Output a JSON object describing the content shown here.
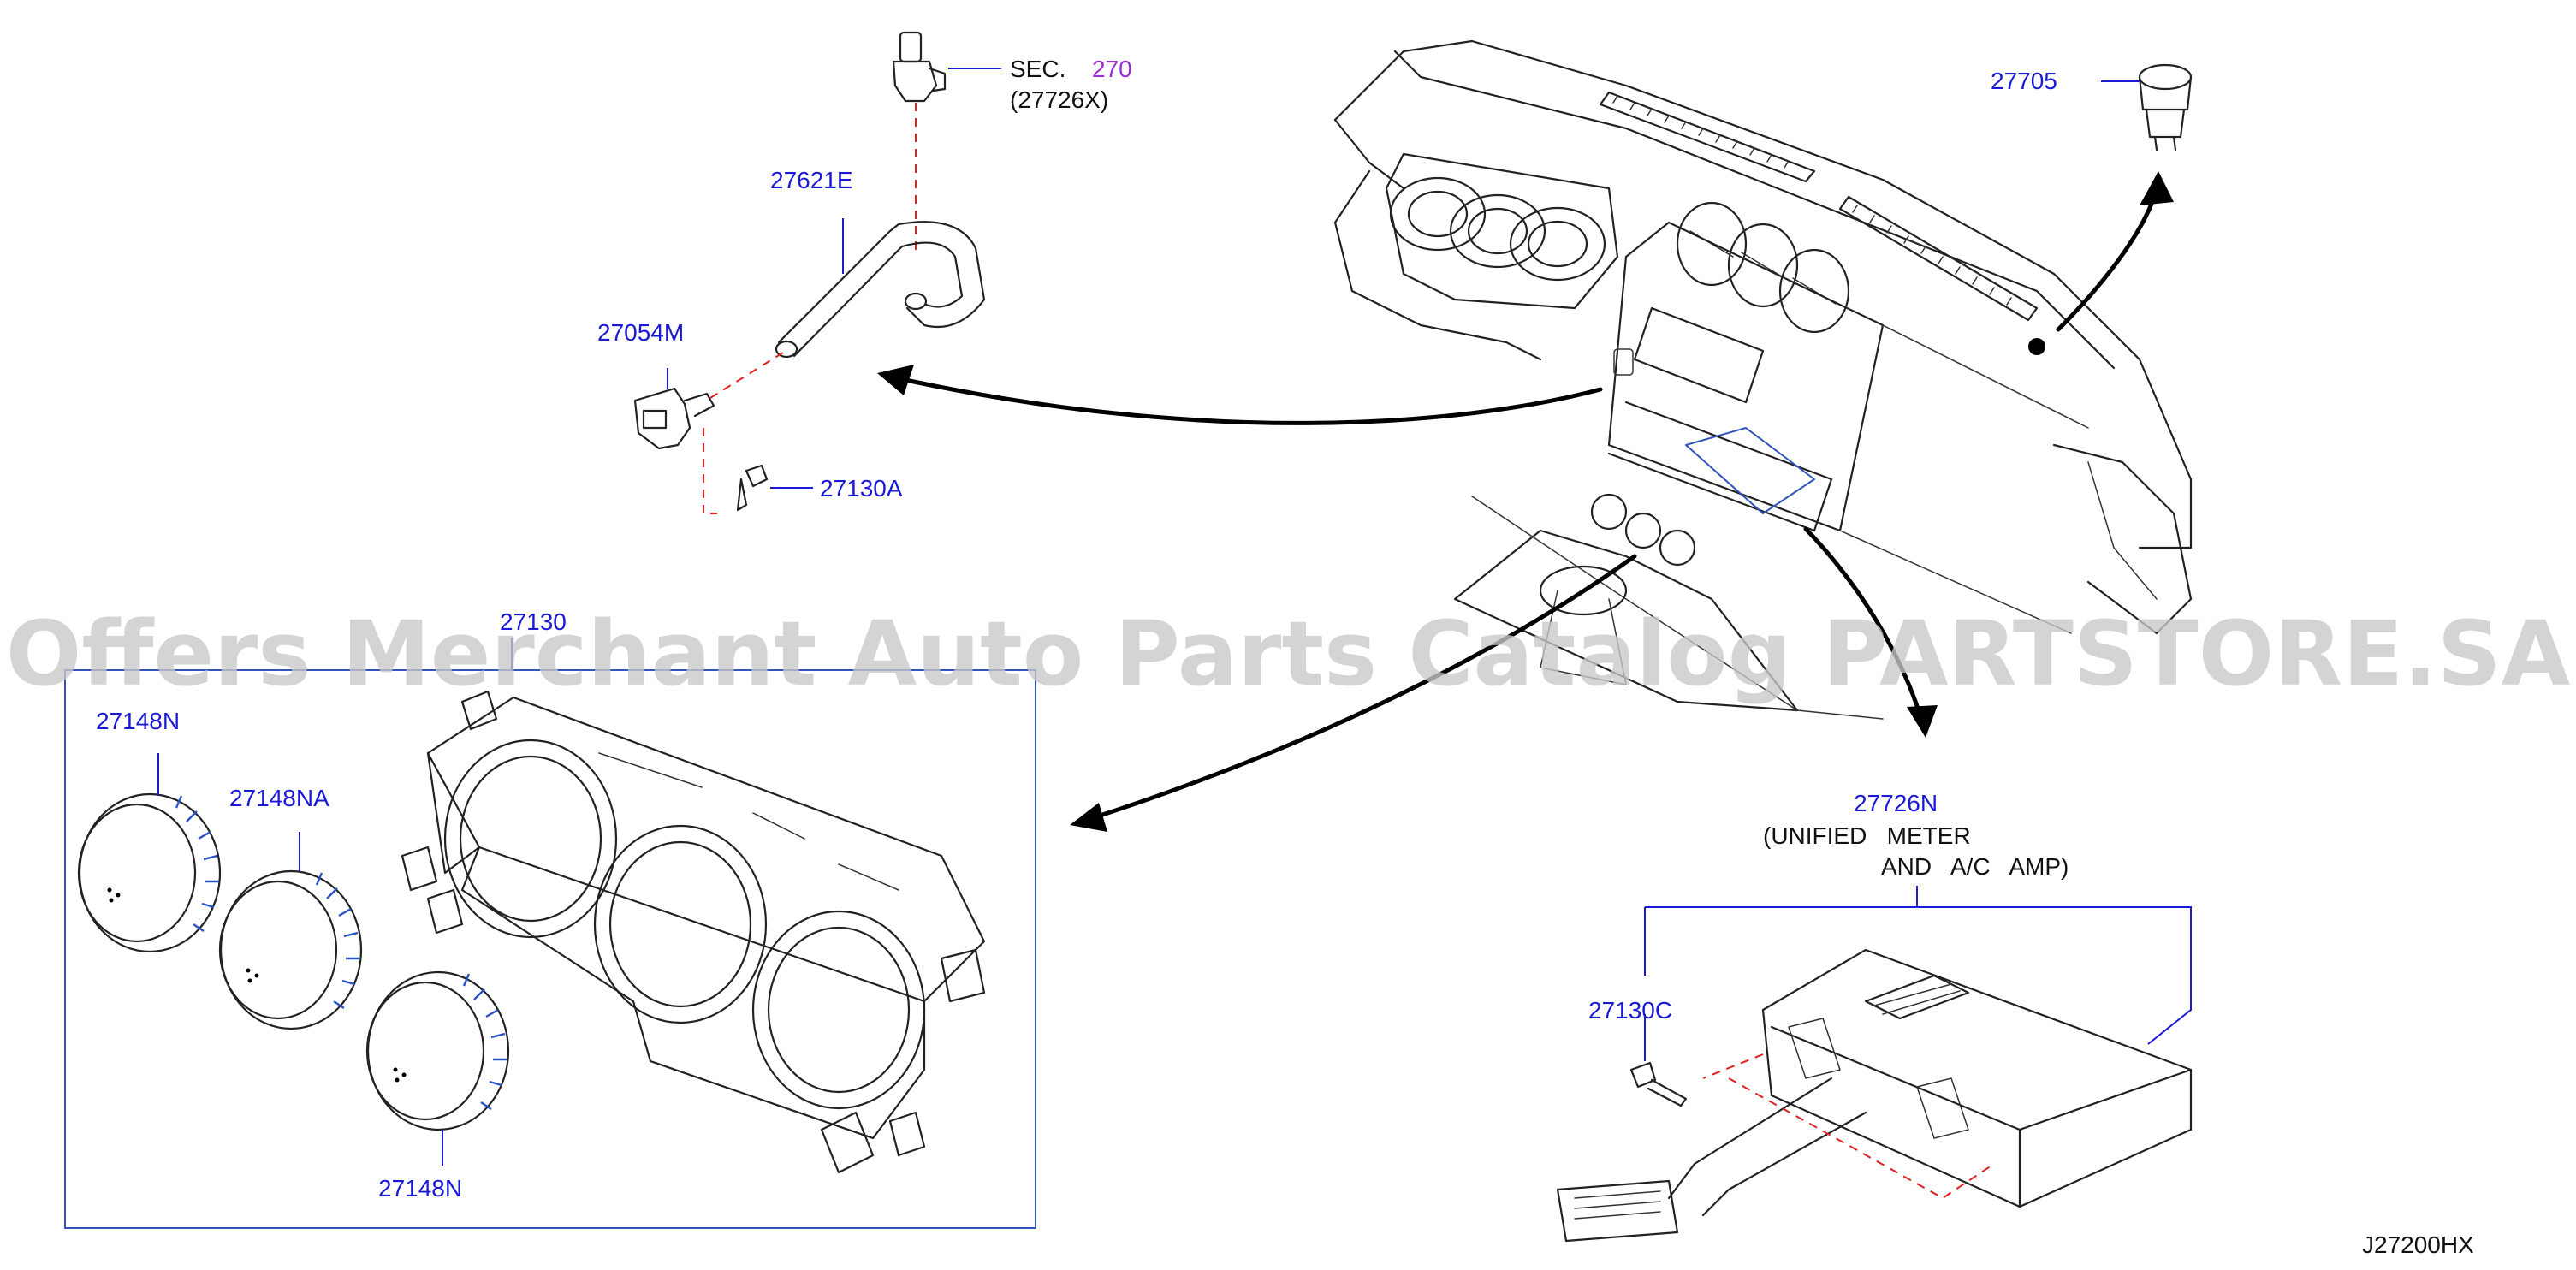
{
  "labels": {
    "sec": "SEC.",
    "sec_num": "270",
    "sec_ref": "(27726X)",
    "hose": "27621E",
    "sensor": "27054M",
    "screw_a": "27130A",
    "grille": "27705",
    "control_assy": "27130",
    "knob_left": "27148N",
    "knob_mid": "27148NA",
    "knob_bottom": "27148N",
    "amp": "27726N",
    "amp_desc_1": "(UNIFIED   METER",
    "amp_desc_2": "AND   A/C   AMP)",
    "screw_c": "27130C",
    "diagram_code": "J27200HX"
  },
  "watermark": "Offers Merchant Auto Parts Catalog PARTSTORE.SA",
  "colors": {
    "label": "#1a1ad6",
    "section_ref": "#9b2fd6",
    "leader": "#1a1ad6",
    "dashed_guide": "#e02020",
    "line_art": "#222222",
    "watermark": "#c9c9c9"
  }
}
